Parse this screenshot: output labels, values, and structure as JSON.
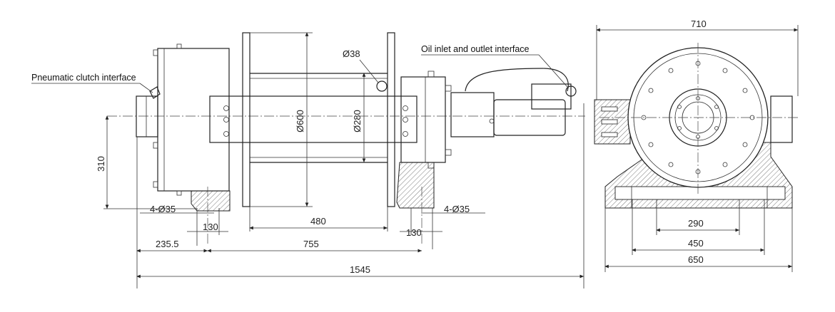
{
  "labels": {
    "pneumatic": "Pneumatic clutch interface",
    "oil": "Oil inlet and outlet interface"
  },
  "dims": {
    "d38": "Ø38",
    "d600": "Ø600",
    "d280": "Ø280",
    "h310": "310",
    "holes_left": "4-Ø35",
    "holes_right": "4-Ø35",
    "w130_left": "130",
    "w130_right": "130",
    "w480": "480",
    "w235": "235.5",
    "w755": "755",
    "w1545": "1545",
    "w710": "710",
    "w290": "290",
    "w450": "450",
    "w650": "650"
  }
}
